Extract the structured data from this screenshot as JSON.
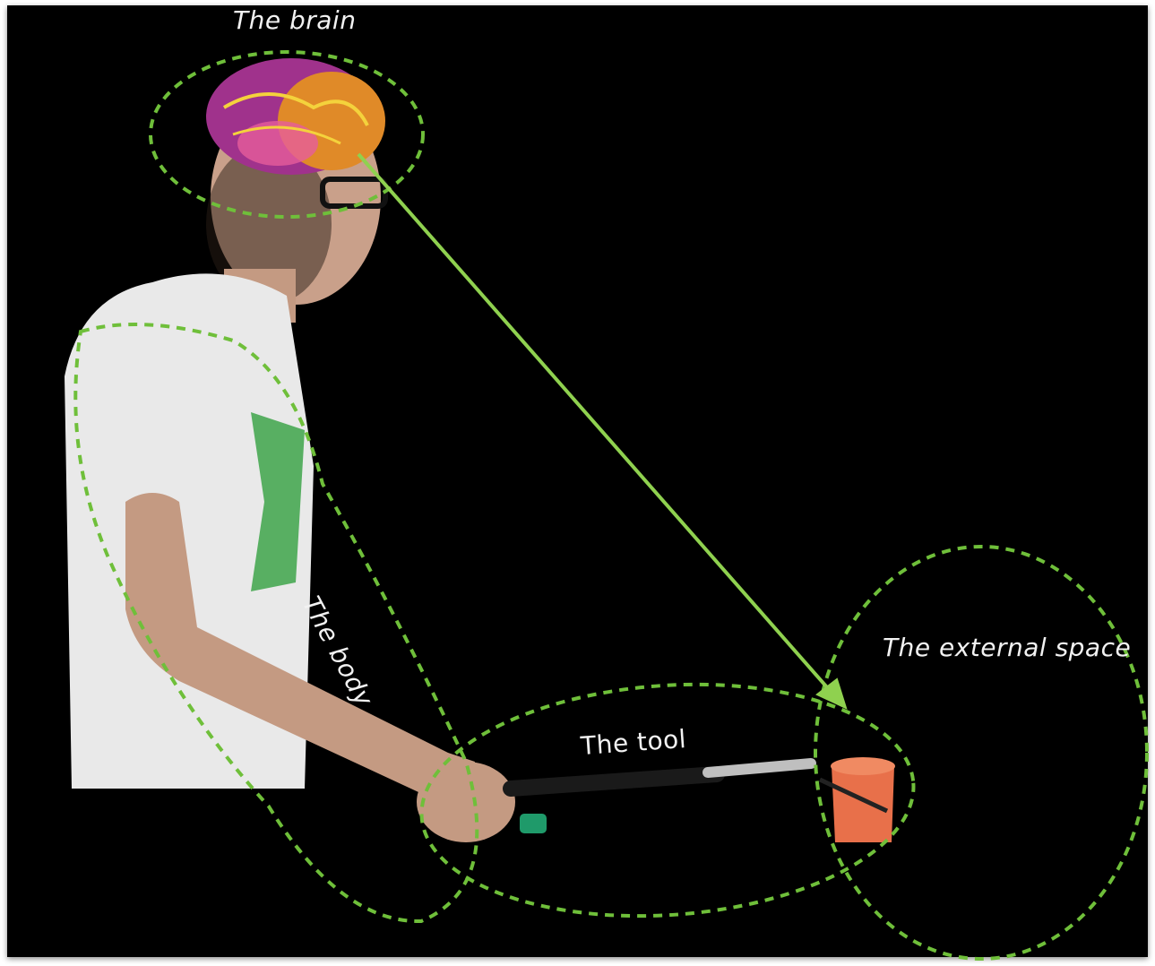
{
  "labels": {
    "brain": "The brain",
    "body": "The body",
    "tool": "The tool",
    "external_space": "The external space"
  },
  "colors": {
    "background": "#000000",
    "dashed_outline": "#6fbf3a",
    "arrow": "#8fd14f",
    "label_text": "#f2f2f2"
  },
  "icons": [
    "person-figure",
    "brain-overlay",
    "reacher-tool",
    "cup-object",
    "arrow-icon"
  ]
}
